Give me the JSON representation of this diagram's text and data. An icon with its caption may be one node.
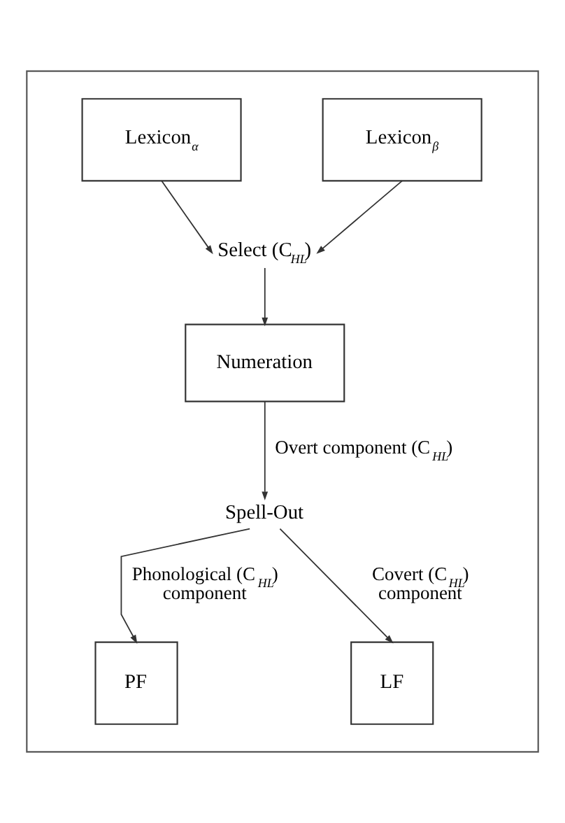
{
  "diagram": {
    "nodes": [
      {
        "text": [],
        "shape": "box"
      },
      {
        "text": [
          "Lexicon$_{α}$"
        ],
        "in": 0
      },
      {
        "text": [
          "Lexicon$_{β}$"
        ],
        "in": 0
      },
      {
        "text": [
          "Select (C$_{HL}$)"
        ],
        "in": 0
      },
      {
        "text": [
          "Numeration"
        ],
        "in": 0
      },
      {
        "text": [
          "Spell-Out"
        ],
        "in": 0
      },
      {
        "text": [
          "PF"
        ],
        "in": 0
      },
      {
        "text": [
          "LF"
        ],
        "in": 0
      }
    ],
    "edges": [
      {
        "from": 1,
        "to": 3,
        "arrow": "to"
      },
      {
        "from": 2,
        "to": 3,
        "arrow": "to"
      },
      {
        "from": 3,
        "to": 4,
        "arrow": "to"
      },
      {
        "from": 4,
        "to": 5,
        "arrow": "to",
        "label": "Overt component (C$_{HL}$)"
      },
      {
        "from": 5,
        "to": 6,
        "arrow": "to",
        "label": "Phonological (C$_{HL}$) component"
      },
      {
        "from": 5,
        "to": 7,
        "arrow": "to",
        "label": "Covert (C$_{HL}$) component"
      }
    ]
  }
}
